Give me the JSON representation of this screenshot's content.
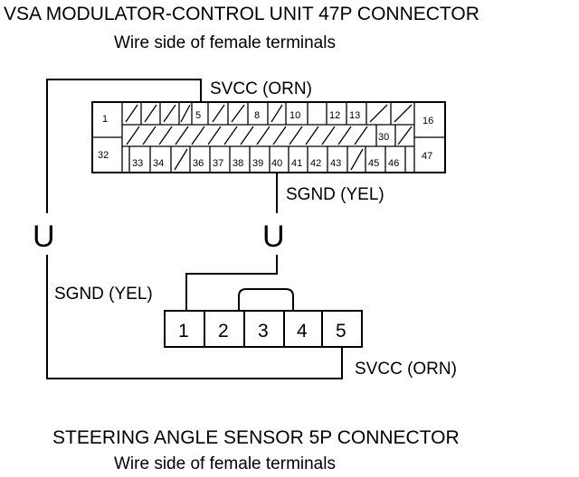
{
  "top_connector": {
    "title": "VSA MODULATOR-CONTROL UNIT 47P CONNECTOR",
    "subtitle": "Wire side of female terminals",
    "row1_pins": [
      "1",
      "5",
      "8",
      "10",
      "12",
      "13",
      "16"
    ],
    "row2_pins": [
      "30"
    ],
    "row3_pins": [
      "32",
      "33",
      "34",
      "36",
      "37",
      "38",
      "39",
      "40",
      "41",
      "42",
      "43",
      "45",
      "46",
      "47"
    ]
  },
  "wires": {
    "svcc_top": "SVCC (ORN)",
    "sgnd_top": "SGND (YEL)",
    "sgnd_bottom": "SGND (YEL)",
    "svcc_bottom": "SVCC (ORN)"
  },
  "bottom_connector": {
    "pins": [
      "1",
      "2",
      "3",
      "4",
      "5"
    ],
    "title": "STEERING ANGLE SENSOR 5P CONNECTOR",
    "subtitle": "Wire side of female terminals"
  },
  "junction_symbol": "U"
}
